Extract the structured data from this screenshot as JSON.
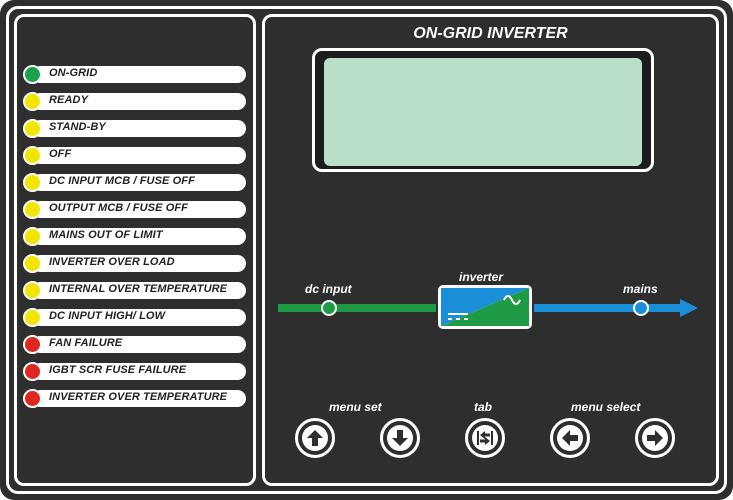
{
  "panel": {
    "title": "ON-GRID INVERTER"
  },
  "status_indicators": [
    {
      "label": "ON-GRID",
      "led_color": "#1aa34a"
    },
    {
      "label": "READY",
      "led_color": "#f2e600"
    },
    {
      "label": "STAND-BY",
      "led_color": "#f2e600"
    },
    {
      "label": "OFF",
      "led_color": "#f2e600"
    },
    {
      "label": "DC INPUT MCB / FUSE OFF",
      "led_color": "#f2e600"
    },
    {
      "label": "OUTPUT MCB / FUSE OFF",
      "led_color": "#f2e600"
    },
    {
      "label": "MAINS OUT OF LIMIT",
      "led_color": "#f2e600"
    },
    {
      "label": "INVERTER OVER LOAD",
      "led_color": "#f2e600"
    },
    {
      "label": "INTERNAL OVER TEMPERATURE",
      "led_color": "#f2e600"
    },
    {
      "label": "DC INPUT HIGH/ LOW",
      "led_color": "#f2e600"
    },
    {
      "label": "FAN FAILURE",
      "led_color": "#e0271f"
    },
    {
      "label": "IGBT SCR FUSE FAILURE",
      "led_color": "#e0271f"
    },
    {
      "label": "INVERTER OVER TEMPERATURE",
      "led_color": "#e0271f"
    }
  ],
  "diagram": {
    "dc_input_label": "dc input",
    "inverter_label": "inverter",
    "mains_label": "mains",
    "dc_color": "#1f9a45",
    "ac_color": "#1a8fd8"
  },
  "controls": {
    "menu_set_label": "menu set",
    "tab_label": "tab",
    "menu_select_label": "menu select"
  },
  "icons": [
    "arrow-up-icon",
    "arrow-down-icon",
    "tab-icon",
    "arrow-left-icon",
    "arrow-right-icon",
    "dc-symbol-icon",
    "ac-sine-icon"
  ]
}
